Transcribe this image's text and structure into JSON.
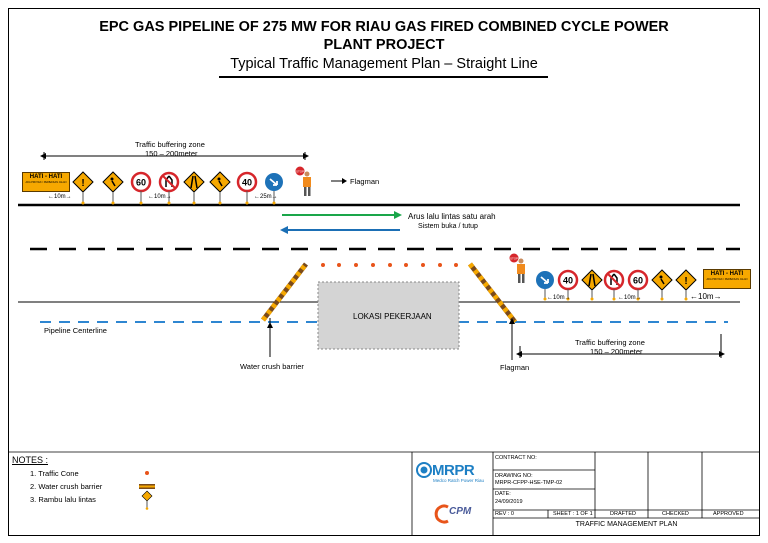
{
  "title": {
    "line1": "EPC GAS PIPELINE OF 275 MW FOR RIAU GAS FIRED COMBINED CYCLE POWER",
    "line2": "PLANT PROJECT",
    "subtitle": "Typical Traffic Management Plan – Straight Line"
  },
  "diagram": {
    "buffer_top_label": "Traffic buffering zone",
    "buffer_top_range": "150 – 200meter",
    "buffer_bottom_label": "Traffic buffering zone",
    "buffer_bottom_range": "150 – 200meter",
    "flagman_top": "Flagman",
    "flagman_bottom": "Flagman",
    "arrow_label_1": "Arus lalu lintas satu arah",
    "arrow_label_2": "Sistem buka / tutup",
    "work_area": "LOKASI PEKERJAAN",
    "pipeline_centerline": "Pipeline Centerline",
    "water_barrier": "Water crush barrier",
    "hati_sign_text": "HATI - HATI",
    "hati_sign_small": "ADA PROYEK / PERBAIKAN JALAN",
    "speed_60": "60",
    "speed_40": "40",
    "stop_text": "STOP",
    "dist_10m": "←10m→",
    "dist_25m": "←25m→",
    "dist_bottom_10m": "←10m→",
    "colors": {
      "green_arrow": "#1aa64a",
      "blue_arrow": "#1b6fb5",
      "pipeline": "#2e86d1",
      "cone": "#e8541a",
      "sign_yellow": "#f6a800",
      "sign_red": "#d6262b",
      "sign_blue": "#1d72b8",
      "work_area": "#d4d4d4"
    }
  },
  "notes": {
    "title": "NOTES :",
    "item1": "1. Traffic Cone",
    "item2": "2. Water crush barrier",
    "item3": "3. Rambu lalu lintas"
  },
  "title_block": {
    "company": "MRPR",
    "company_sub": "Medco Ratch Power Riau",
    "cpm": "CPM",
    "contract_no_label": "CONTRACT NO:",
    "drawing_no_label": "DRAWING NO:",
    "drawing_no": "MRPR-CFPP-HSE-TMP-02",
    "date_label": "DATE:",
    "date": "24/09/2019",
    "rev": "REV : 0",
    "sheet": "SHEET : 1 OF 1",
    "drafted": "DRAFTED",
    "checked": "CHECKED",
    "approved": "APPROVED",
    "drawing_title": "TRAFFIC MANAGEMENT PLAN"
  }
}
